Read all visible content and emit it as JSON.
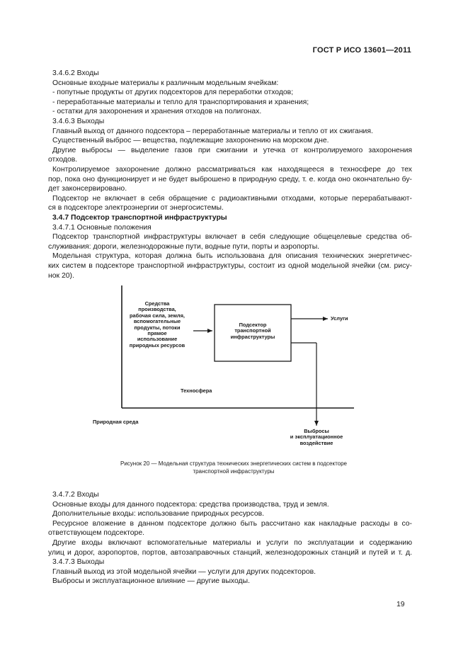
{
  "header": {
    "standard": "ГОСТ Р ИСО 13601—2011"
  },
  "section1": {
    "h_inputs": "3.4.6.2  Входы",
    "l1": "Основные входные материалы к различным модельным ячейкам:",
    "l2": "- попутные продукты от других подсекторов для переработки отходов;",
    "l3": "- переработанные материалы и тепло для транспортирования и хранения;",
    "l4": "- остатки для захоронения и хранения отходов на полигонах.",
    "h_outputs": "3.4.6.3  Выходы",
    "l5": "Главный выход от данного подсектора – переработанные материалы и тепло от их сжигания.",
    "l6": "Существенный выброс — вещества, подлежащие захоронению на морском дне.",
    "l7a": "Другие выбросы — выделение газов при сжигании и утечка от контролируемого захоронения",
    "l7b": "отходов.",
    "l8a": "Контролируемое захоронение должно рассматриваться как находящееся в техносфере до тех",
    "l8b": "пор, пока оно функционирует и не будет выброшено в природную среду, т. е. когда оно окончательно бу-",
    "l8c": "дет законсервировано.",
    "l9a": "Подсектор не включает в себя обращение с радиоактивными отходами, которые перерабатывают-",
    "l9b": "ся в подсекторе электроэнергии от энергосистемы."
  },
  "section2": {
    "h_main": "3.4.7  Подсектор транспортной инфраструктуры",
    "h_general": "3.4.7.1  Основные положения",
    "l1a": "Подсектор транспортной инфраструктуры включает в себя следующие общецелевые средства об-",
    "l1b": "служивания: дороги, железнодорожные пути, водные пути, порты и аэропорты.",
    "l2a": "Модельная структура, которая должна быть использована для описания технических энергетичес-",
    "l2b": "ких систем в подсекторе транспортной инфраструктуры, состоит из одной модельной ячейки (см. рису-",
    "l2c": "нок 20)."
  },
  "figure": {
    "inputs_label": [
      "Средства",
      "производства,",
      "рабочая сила, земля,",
      "вспомогательные",
      "продукты, потоки",
      "прямое",
      "использование",
      "природных ресурсов"
    ],
    "box_label": [
      "Подсектор",
      "транспортной",
      "инфраструктуры"
    ],
    "output_label": "Услуги",
    "technosphere": "Техносфера",
    "nature": "Природная среда",
    "emissions_label": [
      "Выбросы",
      "и эксплуатационное",
      "воздействие"
    ],
    "caption_1": "Рисунок 20 — Модельная структура технических энергетических систем в подсекторе",
    "caption_2": "транспортной инфраструктуры"
  },
  "section3": {
    "h_inputs": "3.4.7.2  Входы",
    "l1": "Основные входы для данного подсектора: средства производства, труд и земля.",
    "l2": "Дополнительные входы: использование природных ресурсов.",
    "l3a": "Ресурсное вложение в данном подсекторе должно быть рассчитано как накладные расходы в со-",
    "l3b": "ответствующем подсекторе.",
    "l4a": "Другие входы включают вспомогательные материалы и услуги по эксплуатации и содержанию",
    "l4b": "улиц и дорог, аэропортов, портов, автозаправочных станций, железнодорожных станций и путей и т. д.",
    "h_outputs": "3.4.7.3  Выходы",
    "l5": "Главный выход из этой модельной ячейки — услуги для других подсекторов.",
    "l6": "Выбросы и эксплуатационное влияние — другие выходы."
  },
  "page_number": "19"
}
